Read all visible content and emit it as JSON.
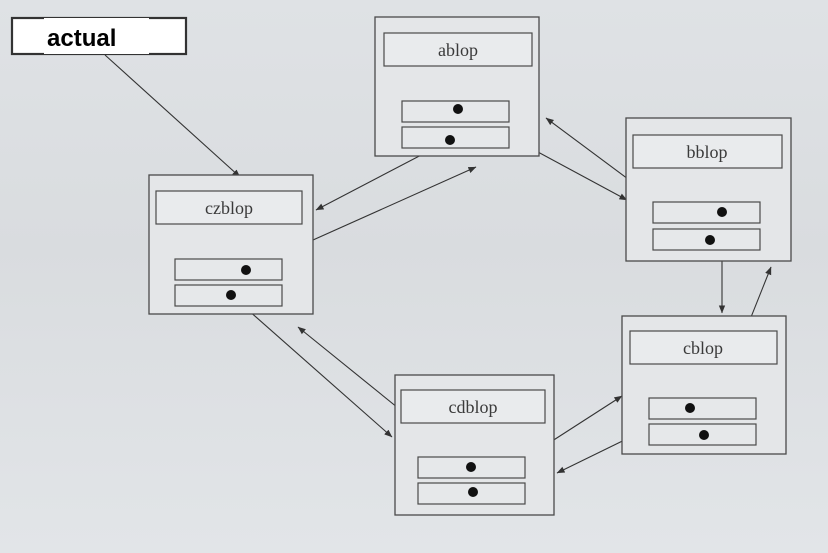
{
  "head": {
    "label": "actual"
  },
  "nodes": [
    {
      "id": "ablop",
      "label": "ablop"
    },
    {
      "id": "bblop",
      "label": "bblop"
    },
    {
      "id": "czblop",
      "label": "czblop"
    },
    {
      "id": "cblop",
      "label": "cblop"
    },
    {
      "id": "cdblop",
      "label": "cdblop"
    }
  ],
  "edges": [
    {
      "from": "actual",
      "to": "czblop"
    },
    {
      "from": "ablop",
      "to": "bblop"
    },
    {
      "from": "ablop",
      "to": "czblop"
    },
    {
      "from": "czblop",
      "to": "ablop"
    },
    {
      "from": "czblop",
      "to": "cdblop"
    },
    {
      "from": "cdblop",
      "to": "czblop"
    },
    {
      "from": "cdblop",
      "to": "cblop"
    },
    {
      "from": "cblop",
      "to": "cdblop"
    },
    {
      "from": "cblop",
      "to": "bblop"
    },
    {
      "from": "bblop",
      "to": "ablop"
    },
    {
      "from": "bblop",
      "to": "cblop"
    }
  ]
}
